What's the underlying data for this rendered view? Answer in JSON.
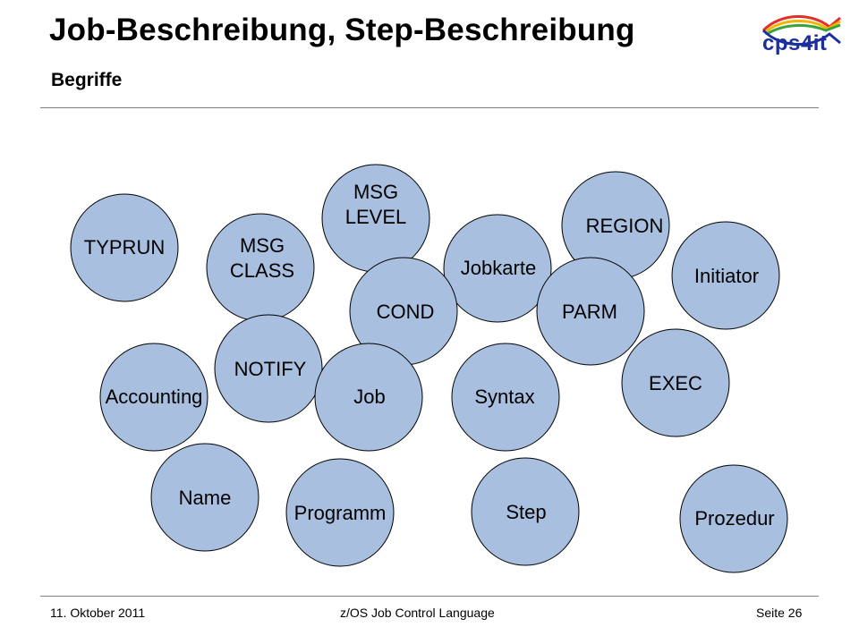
{
  "header": {
    "title": "Job-Beschreibung, Step-Beschreibung",
    "subtitle": "Begriffe"
  },
  "logo": {
    "text": "cps4it",
    "colors": [
      "#e0302c",
      "#f1b400",
      "#3aa33a",
      "#1b2f9e"
    ]
  },
  "diagram": {
    "circle_color": "#a8bfdf",
    "nodes": [
      {
        "id": "typrun",
        "lines": [
          "TYPRUN"
        ]
      },
      {
        "id": "msg-class",
        "lines": [
          "MSG",
          "CLASS"
        ]
      },
      {
        "id": "msg-level",
        "lines": [
          "MSG",
          "LEVEL"
        ]
      },
      {
        "id": "region",
        "lines": [
          "REGION"
        ]
      },
      {
        "id": "jobkarte",
        "lines": [
          "Jobkarte"
        ]
      },
      {
        "id": "initiator",
        "lines": [
          "Initiator"
        ]
      },
      {
        "id": "cond",
        "lines": [
          "COND"
        ]
      },
      {
        "id": "parm",
        "lines": [
          "PARM"
        ]
      },
      {
        "id": "notify",
        "lines": [
          "NOTIFY"
        ]
      },
      {
        "id": "accounting",
        "lines": [
          "Accounting"
        ]
      },
      {
        "id": "job",
        "lines": [
          "Job"
        ]
      },
      {
        "id": "syntax",
        "lines": [
          "Syntax"
        ]
      },
      {
        "id": "exec",
        "lines": [
          "EXEC"
        ]
      },
      {
        "id": "name",
        "lines": [
          "Name"
        ]
      },
      {
        "id": "programm",
        "lines": [
          "Programm"
        ]
      },
      {
        "id": "step",
        "lines": [
          "Step"
        ]
      },
      {
        "id": "prozedur",
        "lines": [
          "Prozedur"
        ]
      }
    ]
  },
  "footer": {
    "date": "11. Oktober 2011",
    "center": "z/OS Job Control Language",
    "page": "Seite 26"
  }
}
